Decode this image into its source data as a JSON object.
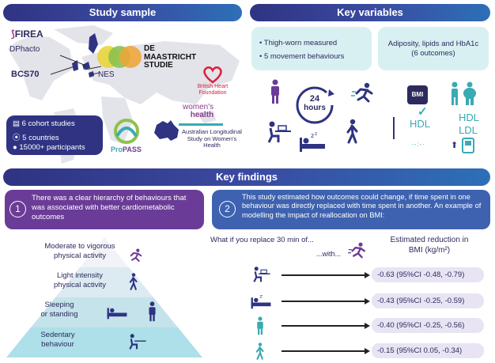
{
  "colors": {
    "navy": "#2d2a5e",
    "purple": "#6a3c97",
    "teal": "#3aaab3",
    "light_teal": "#d8f0f2",
    "lilac": "#e8e4f3"
  },
  "study_sample": {
    "title": "Study sample",
    "cohorts": [
      {
        "name": "FIREA"
      },
      {
        "name": "DPhacto"
      },
      {
        "name": "BCS70"
      },
      {
        "name": "NES"
      }
    ],
    "maastricht": {
      "line1": "DE",
      "line2": "MAASTRICHT",
      "line3": "STUDIE"
    },
    "bhf": "British Heart Foundation",
    "womens_health": {
      "line1": "women's",
      "line2": "health"
    },
    "alswh": {
      "line1": "Australian Longitudinal",
      "line2": "Study on Women's",
      "line3": "Health"
    },
    "propass": {
      "pro": "Pro",
      "pass": "PASS"
    },
    "stats": [
      "6 cohort studies",
      "5 countries",
      "15000+ participants"
    ]
  },
  "key_variables": {
    "title": "Key variables",
    "exposures": [
      "Thigh-worn measured",
      "5 movement behaviours"
    ],
    "outcomes": "Adiposity, lipids and HbA1c (6 outcomes)",
    "clock": {
      "value": "24",
      "unit": "hours"
    },
    "bmi_label": "BMI",
    "hdl_left": "HDL",
    "hdl_right": "HDL",
    "ldl_right": "LDL"
  },
  "key_findings": {
    "title": "Key findings",
    "finding1": {
      "number": "1",
      "text": "There was a clear hierarchy of behaviours that was associated with better cardiometabolic outcomes"
    },
    "finding2": {
      "number": "2",
      "text": "This study estimated how outcomes could change, if time spent in one behaviour was directly replaced with time spent in another. An example of modelling the impact of reallocation on BMI:"
    },
    "pyramid": [
      {
        "line1": "Moderate to vigorous",
        "line2": "physical activity"
      },
      {
        "line1": "Light intensity",
        "line2": "physical activity"
      },
      {
        "line1": "Sleeping",
        "line2": "or standing"
      },
      {
        "line1": "Sedentary",
        "line2": "behaviour"
      }
    ],
    "question": "What if you replace 30 min of...",
    "with_label": "...with...",
    "estimate_header": {
      "line1": "Estimated reduction in",
      "line2": "BMI (kg/m²)"
    },
    "estimates": [
      {
        "value": "-0.63 (95%CI -0.48, -0.79)"
      },
      {
        "value": "-0.43 (95%CI -0.25, -0.59)"
      },
      {
        "value": "-0.40 (95%CI -0.25, -0.56)"
      },
      {
        "value": "-0.15 (95%CI 0.05, -0.34)"
      }
    ]
  }
}
